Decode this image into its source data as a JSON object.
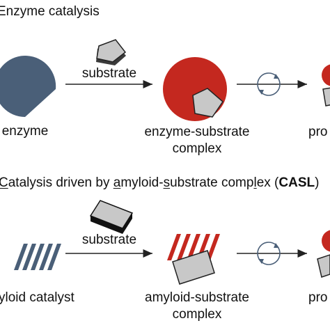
{
  "panel_a": {
    "title": "Enzyme catalysis",
    "labels": {
      "enzyme": "enzyme",
      "substrate": "substrate",
      "complex_line1": "enzyme-substrate",
      "complex_line2": "complex",
      "product": "pro"
    }
  },
  "panel_b": {
    "title_parts": [
      {
        "text": "C",
        "style": "underline"
      },
      {
        "text": "atalysis driven by ",
        "style": "normal"
      },
      {
        "text": "a",
        "style": "underline"
      },
      {
        "text": "myloid-",
        "style": "normal"
      },
      {
        "text": "s",
        "style": "underline"
      },
      {
        "text": "ubstrate comp",
        "style": "normal"
      },
      {
        "text": "l",
        "style": "underline"
      },
      {
        "text": "ex (",
        "style": "normal"
      },
      {
        "text": "CASL",
        "style": "bold"
      },
      {
        "text": ")",
        "style": "normal"
      }
    ],
    "labels": {
      "catalyst": "yloid catalyst",
      "substrate": "substrate",
      "complex_line1": "amyloid-substrate",
      "complex_line2": "complex",
      "product": "pro"
    }
  },
  "colors": {
    "enzyme_blue": "#4a5f78",
    "complex_red": "#c4281f",
    "substrate_gray": "#c8c8c8",
    "outline": "#222222"
  }
}
